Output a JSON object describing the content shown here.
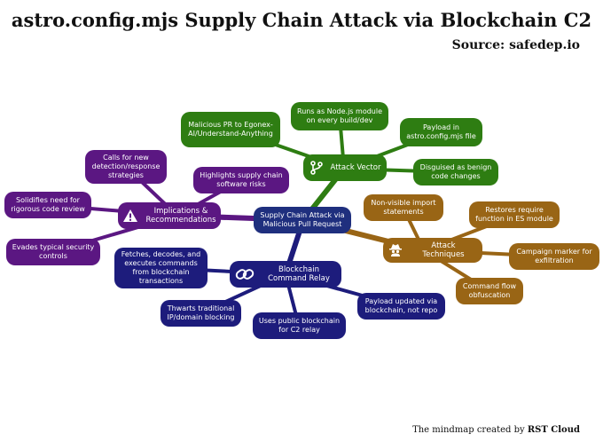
{
  "title": "astro.config.mjs Supply Chain Attack via Blockchain C2",
  "source": "Source: safedep.io",
  "footer": {
    "prefix": "The mindmap created by",
    "brand": "RST Cloud"
  },
  "colors": {
    "green": "#2e7d12",
    "purple": "#5b1782",
    "navy": "#1d1c7c",
    "gold": "#996515",
    "center": "#1f2f7e"
  },
  "center": {
    "label": "Supply Chain Attack via Malicious Pull Request"
  },
  "branches": {
    "attack_vector": {
      "label": "Attack Vector",
      "icon": "git-branch-icon",
      "children": [
        "Malicious PR to Egonex-AI/Understand-Anything",
        "Runs as Node.js module on every build/dev",
        "Payload in astro.config.mjs file",
        "Disguised as benign code changes"
      ]
    },
    "implications": {
      "label": "Implications & Recommendations",
      "icon": "warning-icon",
      "children": [
        "Calls for new detection/response strategies",
        "Highlights supply chain software risks",
        "Solidifies need for rigorous code review",
        "Evades typical security controls"
      ]
    },
    "attack_techniques": {
      "label": "Attack Techniques",
      "icon": "spy-icon",
      "children": [
        "Non-visible import statements",
        "Restores require function in ES module",
        "Campaign marker for exfiltration",
        "Command flow obfuscation"
      ]
    },
    "blockchain": {
      "label": "Blockchain Command Relay",
      "icon": "link-icon",
      "children": [
        "Fetches, decodes, and executes commands from blockchain transactions",
        "Thwarts traditional IP/domain blocking",
        "Uses public blockchain for C2 relay",
        "Payload updated via blockchain, not repo"
      ]
    }
  }
}
